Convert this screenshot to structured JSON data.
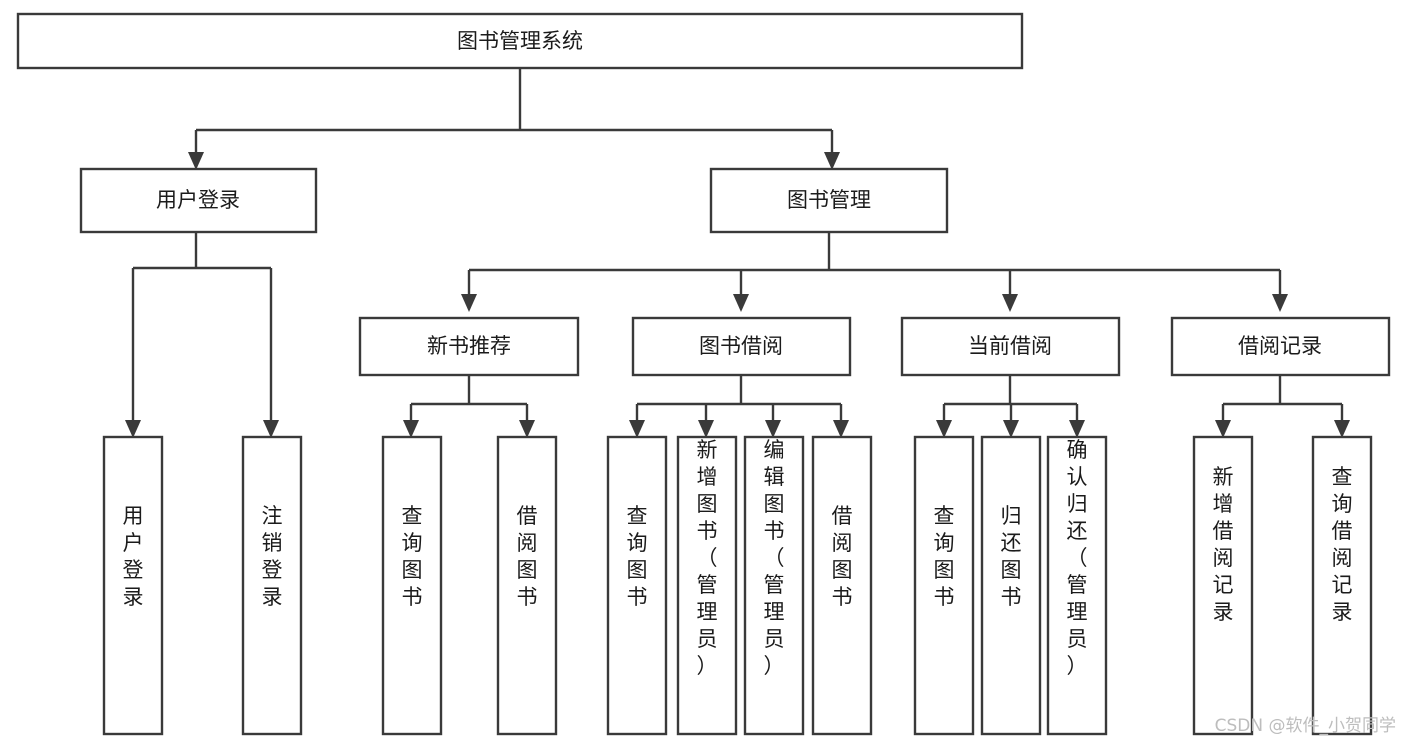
{
  "diagram": {
    "title": "图书管理系统",
    "type": "tree-hierarchy-diagram",
    "colors": {
      "background": "#ffffff",
      "box_fill": "#ffffff",
      "box_stroke": "#3a3a3a",
      "connector": "#3a3a3a",
      "text": "#1b1b1b",
      "watermark": "#bdbdbd"
    },
    "root": {
      "id": "root",
      "label": "图书管理系统",
      "orientation": "horizontal"
    },
    "level2": [
      {
        "id": "user-login",
        "label": "用户登录",
        "orientation": "horizontal"
      },
      {
        "id": "book-management",
        "label": "图书管理",
        "orientation": "horizontal"
      }
    ],
    "level3": [
      {
        "id": "new-book-recommend",
        "label": "新书推荐",
        "orientation": "horizontal",
        "parent": "book-management"
      },
      {
        "id": "book-borrow",
        "label": "图书借阅",
        "orientation": "horizontal",
        "parent": "book-management"
      },
      {
        "id": "current-borrow",
        "label": "当前借阅",
        "orientation": "horizontal",
        "parent": "book-management"
      },
      {
        "id": "borrow-record",
        "label": "借阅记录",
        "orientation": "horizontal",
        "parent": "book-management"
      }
    ],
    "leaves": [
      {
        "id": "leaf-user-login",
        "label": "用户登录",
        "orientation": "vertical",
        "parent": "user-login"
      },
      {
        "id": "leaf-user-logout",
        "label": "注销登录",
        "orientation": "vertical",
        "parent": "user-login"
      },
      {
        "id": "leaf-query-book-1",
        "label": "查询图书",
        "orientation": "vertical",
        "parent": "new-book-recommend"
      },
      {
        "id": "leaf-borrow-book-1",
        "label": "借阅图书",
        "orientation": "vertical",
        "parent": "new-book-recommend"
      },
      {
        "id": "leaf-query-book-2",
        "label": "查询图书",
        "orientation": "vertical",
        "parent": "book-borrow"
      },
      {
        "id": "leaf-add-book",
        "label": "新增图书（管理员）",
        "orientation": "vertical",
        "parent": "book-borrow"
      },
      {
        "id": "leaf-edit-book",
        "label": "编辑图书（管理员）",
        "orientation": "vertical",
        "parent": "book-borrow"
      },
      {
        "id": "leaf-borrow-book-2",
        "label": "借阅图书",
        "orientation": "vertical",
        "parent": "book-borrow"
      },
      {
        "id": "leaf-query-book-3",
        "label": "查询图书",
        "orientation": "vertical",
        "parent": "current-borrow"
      },
      {
        "id": "leaf-return-book",
        "label": "归还图书",
        "orientation": "vertical",
        "parent": "current-borrow"
      },
      {
        "id": "leaf-confirm-return",
        "label": "确认归还（管理员）",
        "orientation": "vertical",
        "parent": "current-borrow"
      },
      {
        "id": "leaf-add-record",
        "label": "新增借阅记录",
        "orientation": "vertical",
        "parent": "borrow-record"
      },
      {
        "id": "leaf-query-record",
        "label": "查询借阅记录",
        "orientation": "vertical",
        "parent": "borrow-record"
      }
    ],
    "watermark": "CSDN @软件_小贺同学"
  }
}
